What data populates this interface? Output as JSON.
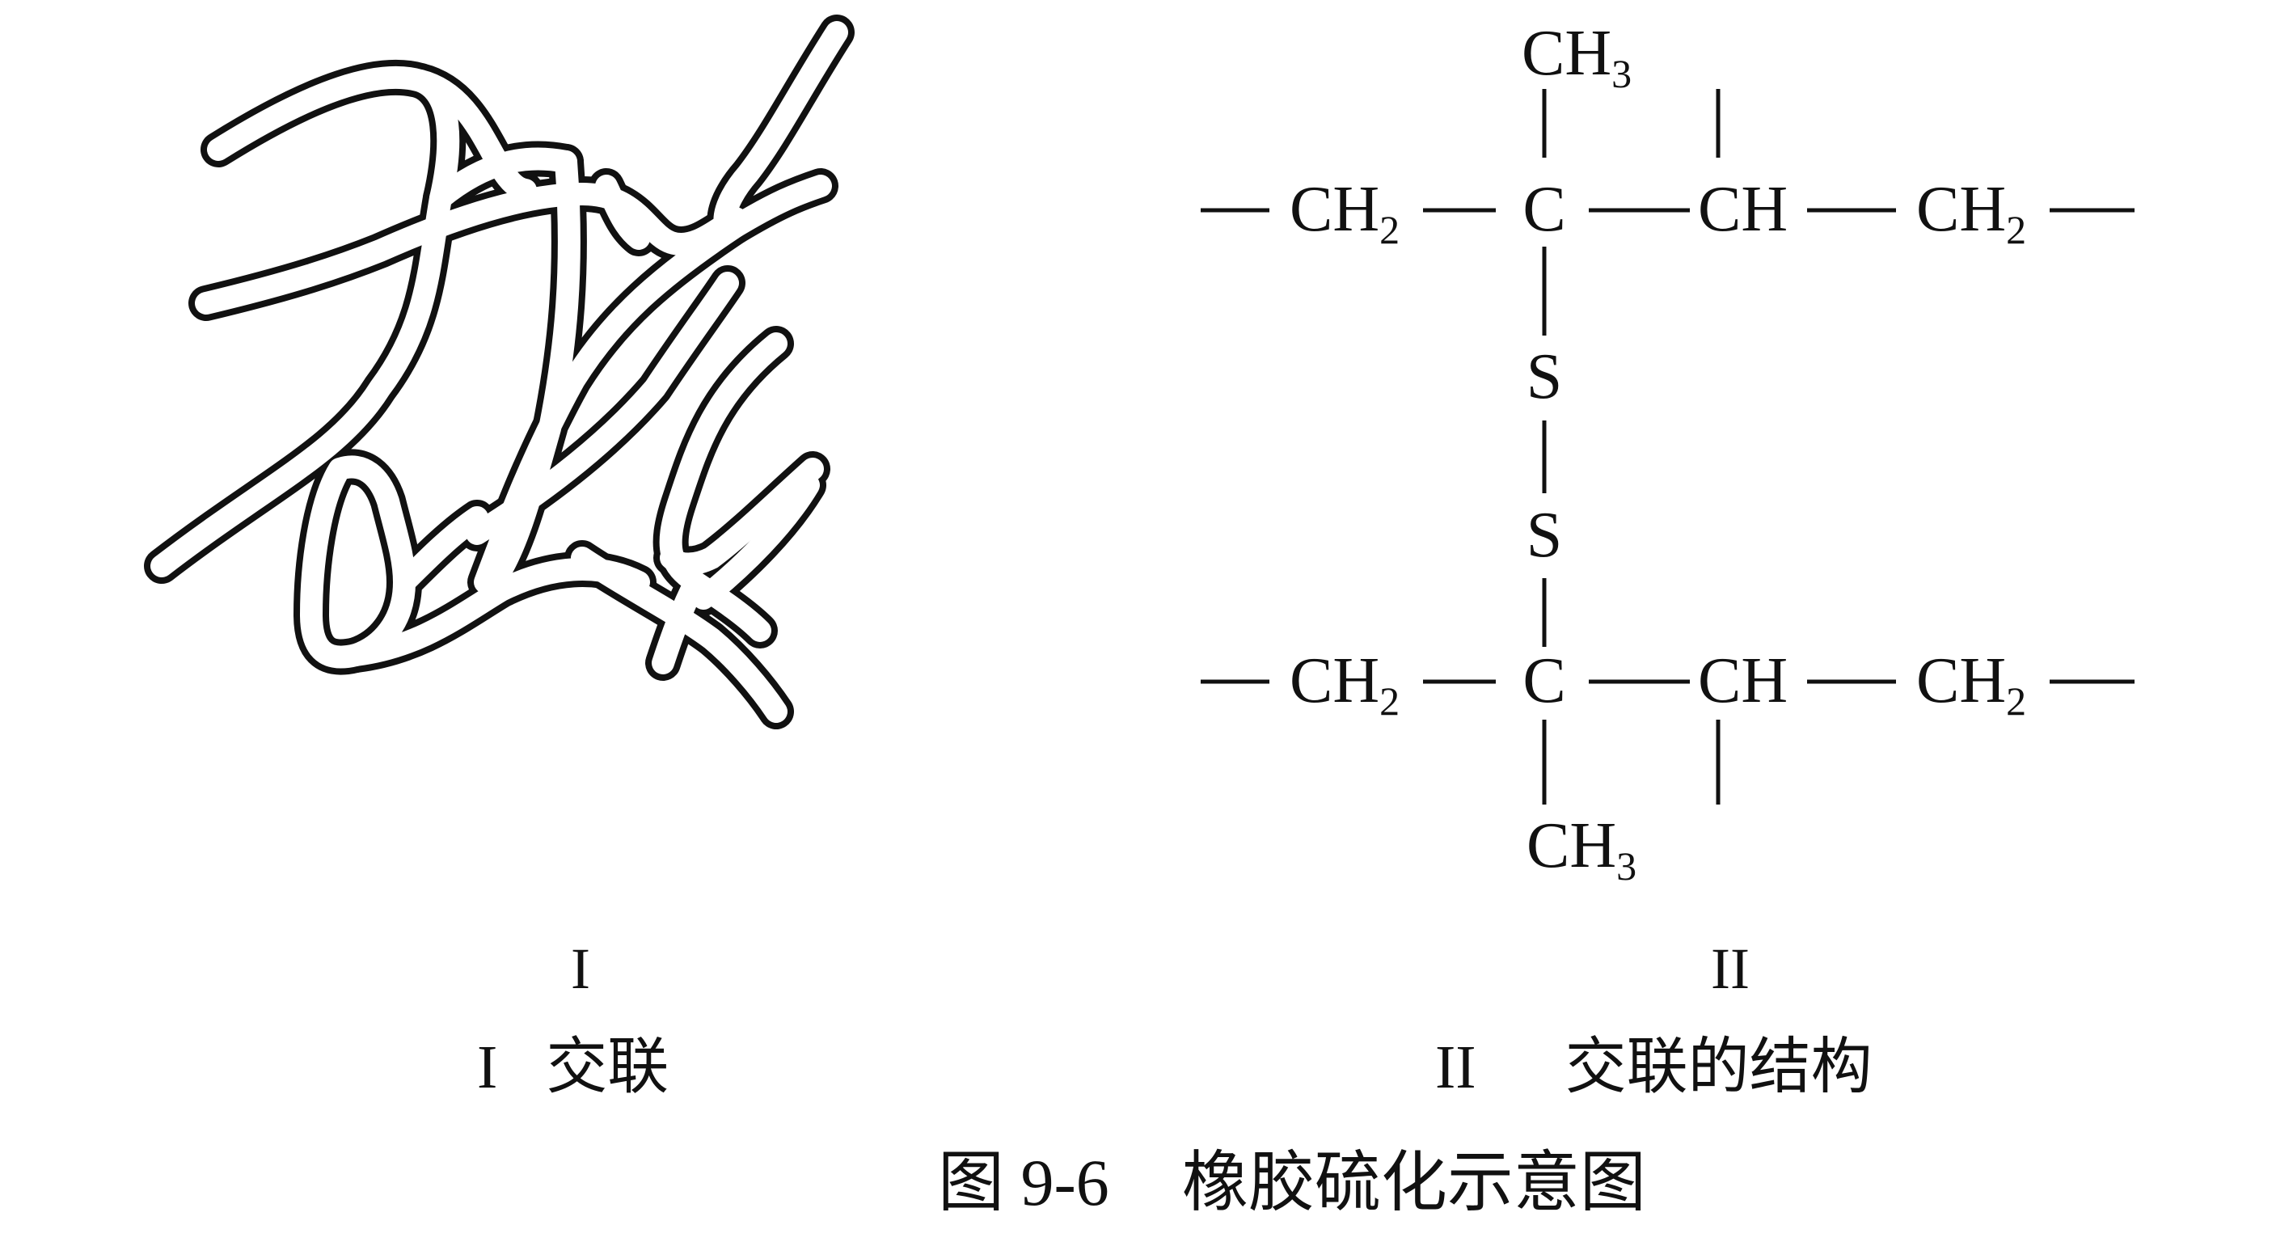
{
  "figure": {
    "caption_number": "图 9-6",
    "caption_title": "橡胶硫化示意图"
  },
  "panel_left": {
    "numeral": "I",
    "caption_numeral": "I",
    "caption_text": "交联"
  },
  "panel_right": {
    "numeral": "II",
    "caption_numeral": "II",
    "caption_text": "交联的结构",
    "chain_top": {
      "ch2_left": "CH",
      "ch2_left_sub": "2",
      "carbon": "C",
      "ch": "CH",
      "ch2_right": "CH",
      "ch2_right_sub": "2",
      "methyl": "CH",
      "methyl_sub": "3"
    },
    "bridge": {
      "sulfur_1": "S",
      "sulfur_2": "S"
    },
    "chain_bottom": {
      "ch2_left": "CH",
      "ch2_left_sub": "2",
      "carbon": "C",
      "ch": "CH",
      "ch2_right": "CH",
      "ch2_right_sub": "2",
      "methyl": "CH",
      "methyl_sub": "3"
    }
  }
}
